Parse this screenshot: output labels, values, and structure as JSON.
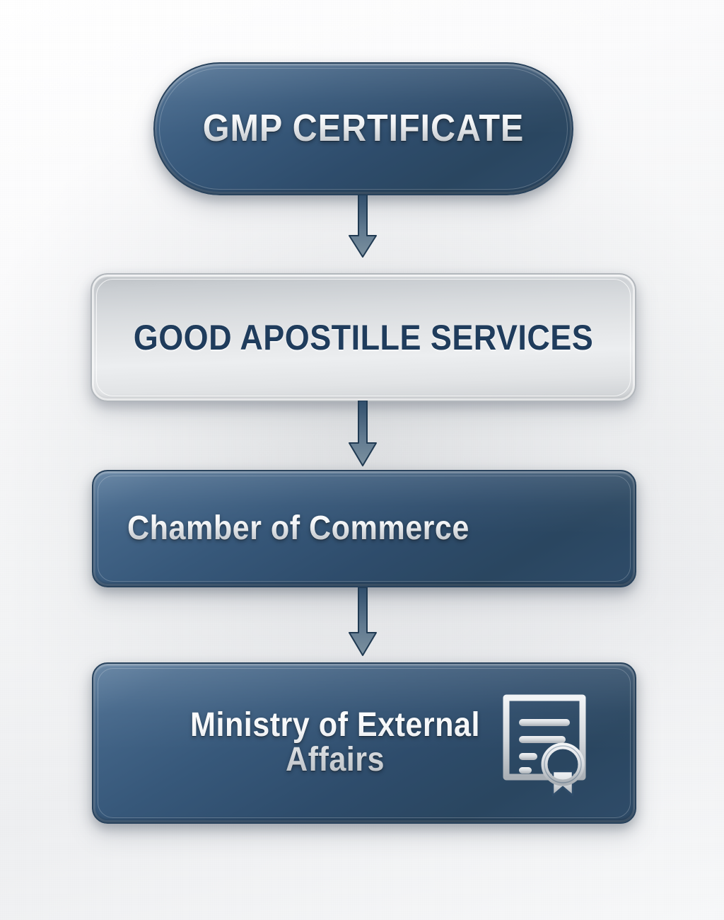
{
  "diagram": {
    "title": "GMP Certificate apostille attestation process flow",
    "orientation": "vertical-top-to-bottom",
    "background_color": "#f4f5f6",
    "nodes": [
      {
        "id": "gmp-certificate",
        "label": "GMP CERTIFICATE",
        "shape": "pill",
        "fill": "#37587a",
        "text_color": "#eef1f4",
        "step": 1
      },
      {
        "id": "good-apostille-services",
        "label": "GOOD APOSTILLE SERVICES",
        "shape": "rounded-rect",
        "fill": "#dfe2e5",
        "text_color": "#1f3c5c",
        "step": 2
      },
      {
        "id": "chamber-of-commerce",
        "label": "Chamber of Commerce",
        "shape": "rounded-rect",
        "fill": "#33557a",
        "text_color": "#e9ecef",
        "step": 3
      },
      {
        "id": "ministry-of-external-affairs",
        "label": "Ministry of External\nAffairs",
        "shape": "rounded-rect",
        "fill": "#33557a",
        "text_color": "#e9ecef",
        "step": 4,
        "icon": "certificate-seal-icon"
      }
    ],
    "connectors": [
      {
        "id": "arrow-1",
        "from": "gmp-certificate",
        "to": "good-apostille-services",
        "type": "arrow-down",
        "color": "#5a748d"
      },
      {
        "id": "arrow-2",
        "from": "good-apostille-services",
        "to": "chamber-of-commerce",
        "type": "arrow-down",
        "color": "#5a748d"
      },
      {
        "id": "arrow-3",
        "from": "chamber-of-commerce",
        "to": "ministry-of-external-affairs",
        "type": "arrow-down",
        "color": "#5a748d"
      }
    ]
  }
}
